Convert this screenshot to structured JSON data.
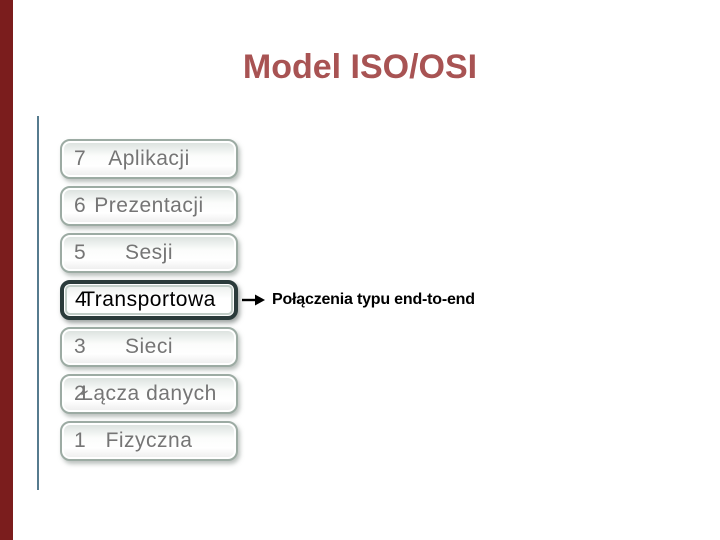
{
  "slide": {
    "title": "Model ISO/OSI"
  },
  "colors": {
    "accent_bar": "#7B1D1D",
    "title": "#A85353",
    "divider_line": "#567B8E",
    "button_border": "#9CABA3",
    "button_border_selected": "#2B3B3B",
    "button_text": "#757575",
    "button_text_selected": "#000000",
    "annotation_text": "#000000"
  },
  "osi_stack": {
    "layers": [
      {
        "number": "7",
        "label": "Aplikacji",
        "selected": false
      },
      {
        "number": "6",
        "label": "Prezentacji",
        "selected": false
      },
      {
        "number": "5",
        "label": "Sesji",
        "selected": false
      },
      {
        "number": "4",
        "label": "Transportowa",
        "selected": true
      },
      {
        "number": "3",
        "label": "Sieci",
        "selected": false
      },
      {
        "number": "2",
        "label": "Łącza danych",
        "selected": false
      },
      {
        "number": "1",
        "label": "Fizyczna",
        "selected": false
      }
    ]
  },
  "annotation": {
    "text": "Połączenia typu end-to-end"
  }
}
